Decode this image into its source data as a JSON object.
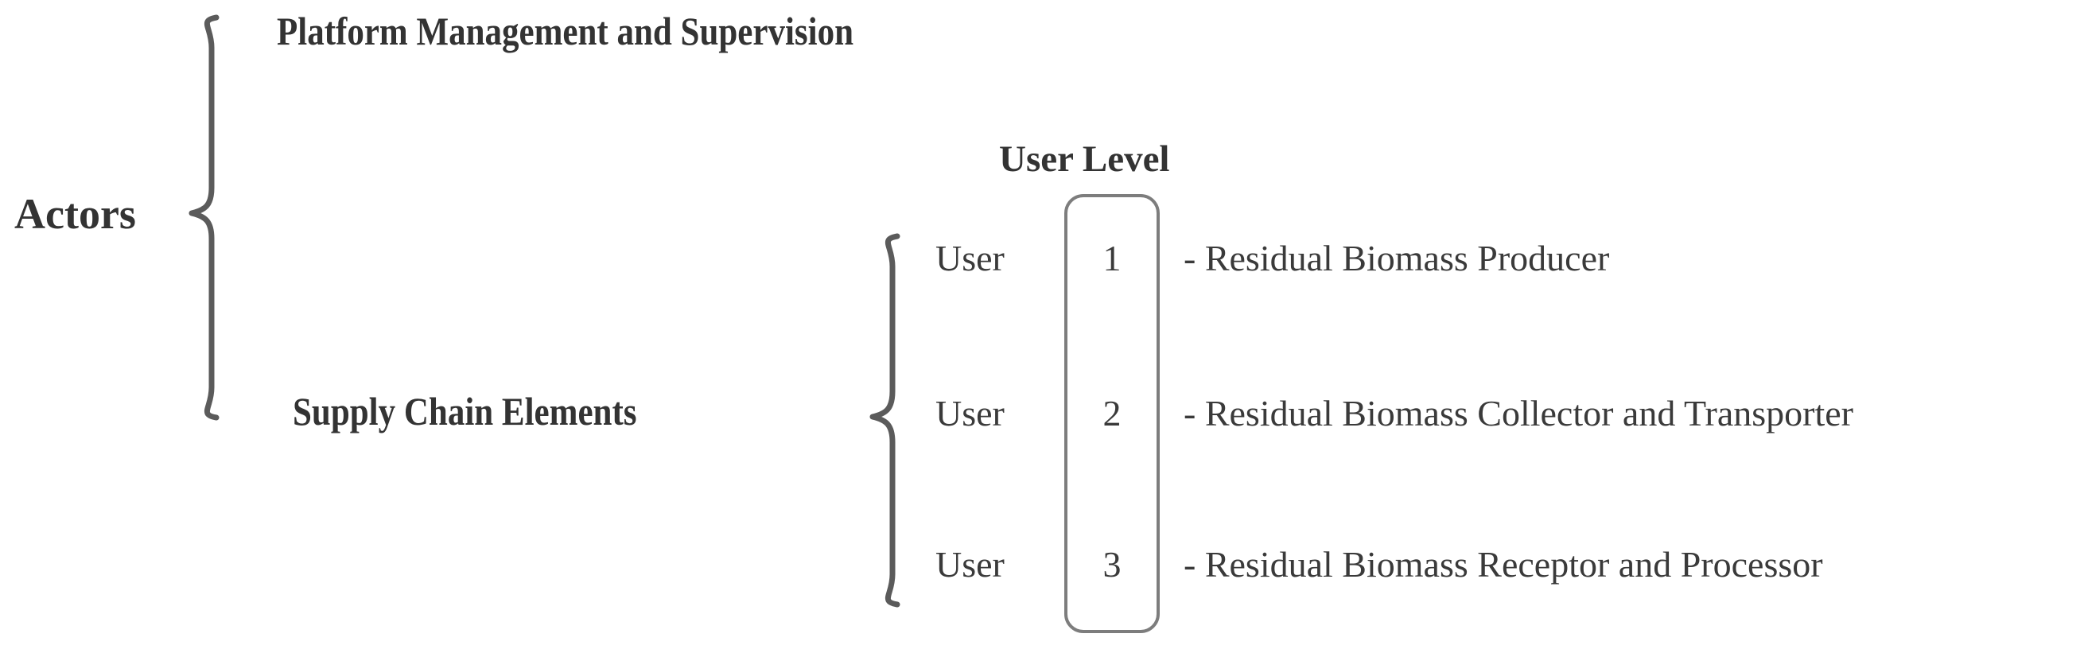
{
  "diagram": {
    "root": {
      "label": "Actors"
    },
    "branches": [
      {
        "label": "Platform Management and Supervision"
      },
      {
        "label": "Supply Chain Elements"
      }
    ],
    "column_header": "User Level",
    "rows": [
      {
        "user_word": "User",
        "level": "1",
        "description": "- Residual Biomass Producer"
      },
      {
        "user_word": "User",
        "level": "2",
        "description": "- Residual Biomass Collector and Transporter"
      },
      {
        "user_word": "User",
        "level": "3",
        "description": "- Residual Biomass Receptor and Processor"
      }
    ]
  },
  "colors": {
    "text": "#333333",
    "brace": "#5b5b5b",
    "box_border": "#7d7d7d",
    "background": "#ffffff"
  }
}
